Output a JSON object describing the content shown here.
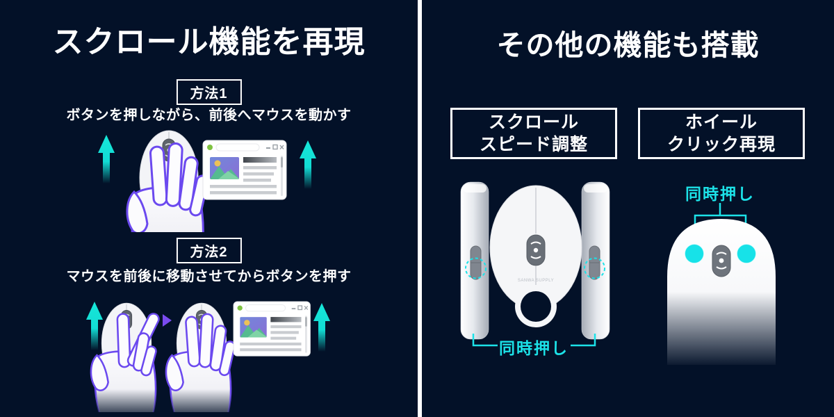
{
  "canvas": {
    "background": "#031128",
    "divider_color": "#ffffff"
  },
  "left_panel": {
    "title": "スクロール機能を再現",
    "methods": [
      {
        "badge": "方法1",
        "description": "ボタンを押しながら、前後へマウスを動かす"
      },
      {
        "badge": "方法2",
        "description": "マウスを前後に移動させてからボタンを押す"
      }
    ]
  },
  "right_panel": {
    "title": "その他の機能も搭載",
    "features": [
      {
        "label_line1": "スクロール",
        "label_line2": "スピード調整",
        "caption": "同時押し"
      },
      {
        "label_line1": "ホイール",
        "label_line2": "クリック再現",
        "caption": "同時押し"
      }
    ],
    "mouse_brand": "SANWA SUPPLY"
  },
  "colors": {
    "accent_cyan": "#1ce2e8",
    "accent_purple": "#6b49ef",
    "mouse_button_gray": "#696f77",
    "browser_green_dot": "#7fc241"
  }
}
